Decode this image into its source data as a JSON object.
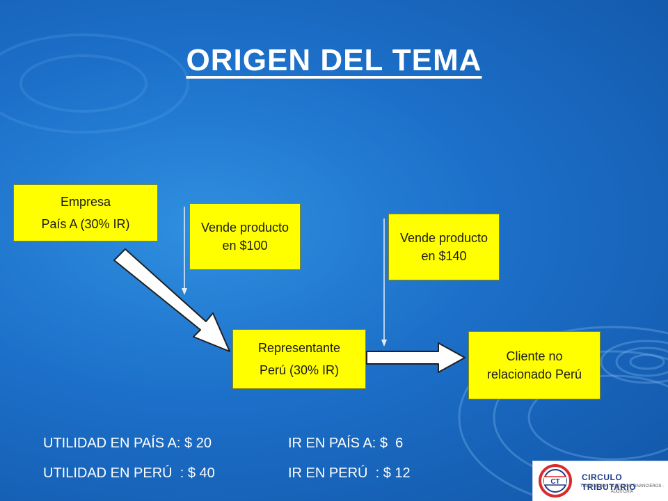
{
  "title": "ORIGEN DEL TEMA",
  "nodes": {
    "empresa": {
      "line1": "Empresa",
      "line2": "País A (30% IR)"
    },
    "vende1": {
      "text": "Vende producto en $100"
    },
    "vende2": {
      "text": "Vende producto en $140"
    },
    "representante": {
      "line1": "Representante",
      "line2": "Perú (30% IR)"
    },
    "cliente": {
      "text": "Cliente no relacionado Perú"
    }
  },
  "summary": {
    "utilidad_a": "UTILIDAD EN PAÍS A: $ 20",
    "ir_a": "IR EN PAÍS A: $  6",
    "utilidad_peru": "UTILIDAD EN PERÚ  : $ 40",
    "ir_peru": "IR EN PERÚ  : $ 12"
  },
  "logo": {
    "mark": "CT",
    "name": "CIRCULO TRIBUTARIO",
    "tagline": "TRIBUTACION - ESTADOS FINANCIEROS - AUDITORIA"
  },
  "colors": {
    "box_fill": "#ffff00",
    "background": "#1c6fc8",
    "text_light": "#ffffff"
  }
}
